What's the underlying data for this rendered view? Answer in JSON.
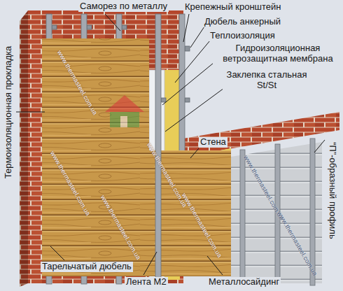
{
  "diagram": {
    "labels": [
      "Саморез по металлу",
      "Крепежный кронштейн",
      "Дюбель анкерный",
      "Теплоизоляция",
      "Гидроизоляционная ветрозащитная мембрана",
      "Заклепка стальная St/St",
      "Стена",
      "“П”-образный профиль",
      "Термоизоляционная прокладка",
      "Тарельчатый дюбель",
      "Лента М2",
      "Металлосайдинг",
      "www.thermasteel.com.ua",
      "www.thermasteel.com.ua",
      "www.thermasteel.com.ua",
      "www.thermasteel.com.ua",
      "www.thermasteel.com.ua",
      "www.thermasteel.com.ua",
      "www.thermasteel.com.ua"
    ]
  }
}
